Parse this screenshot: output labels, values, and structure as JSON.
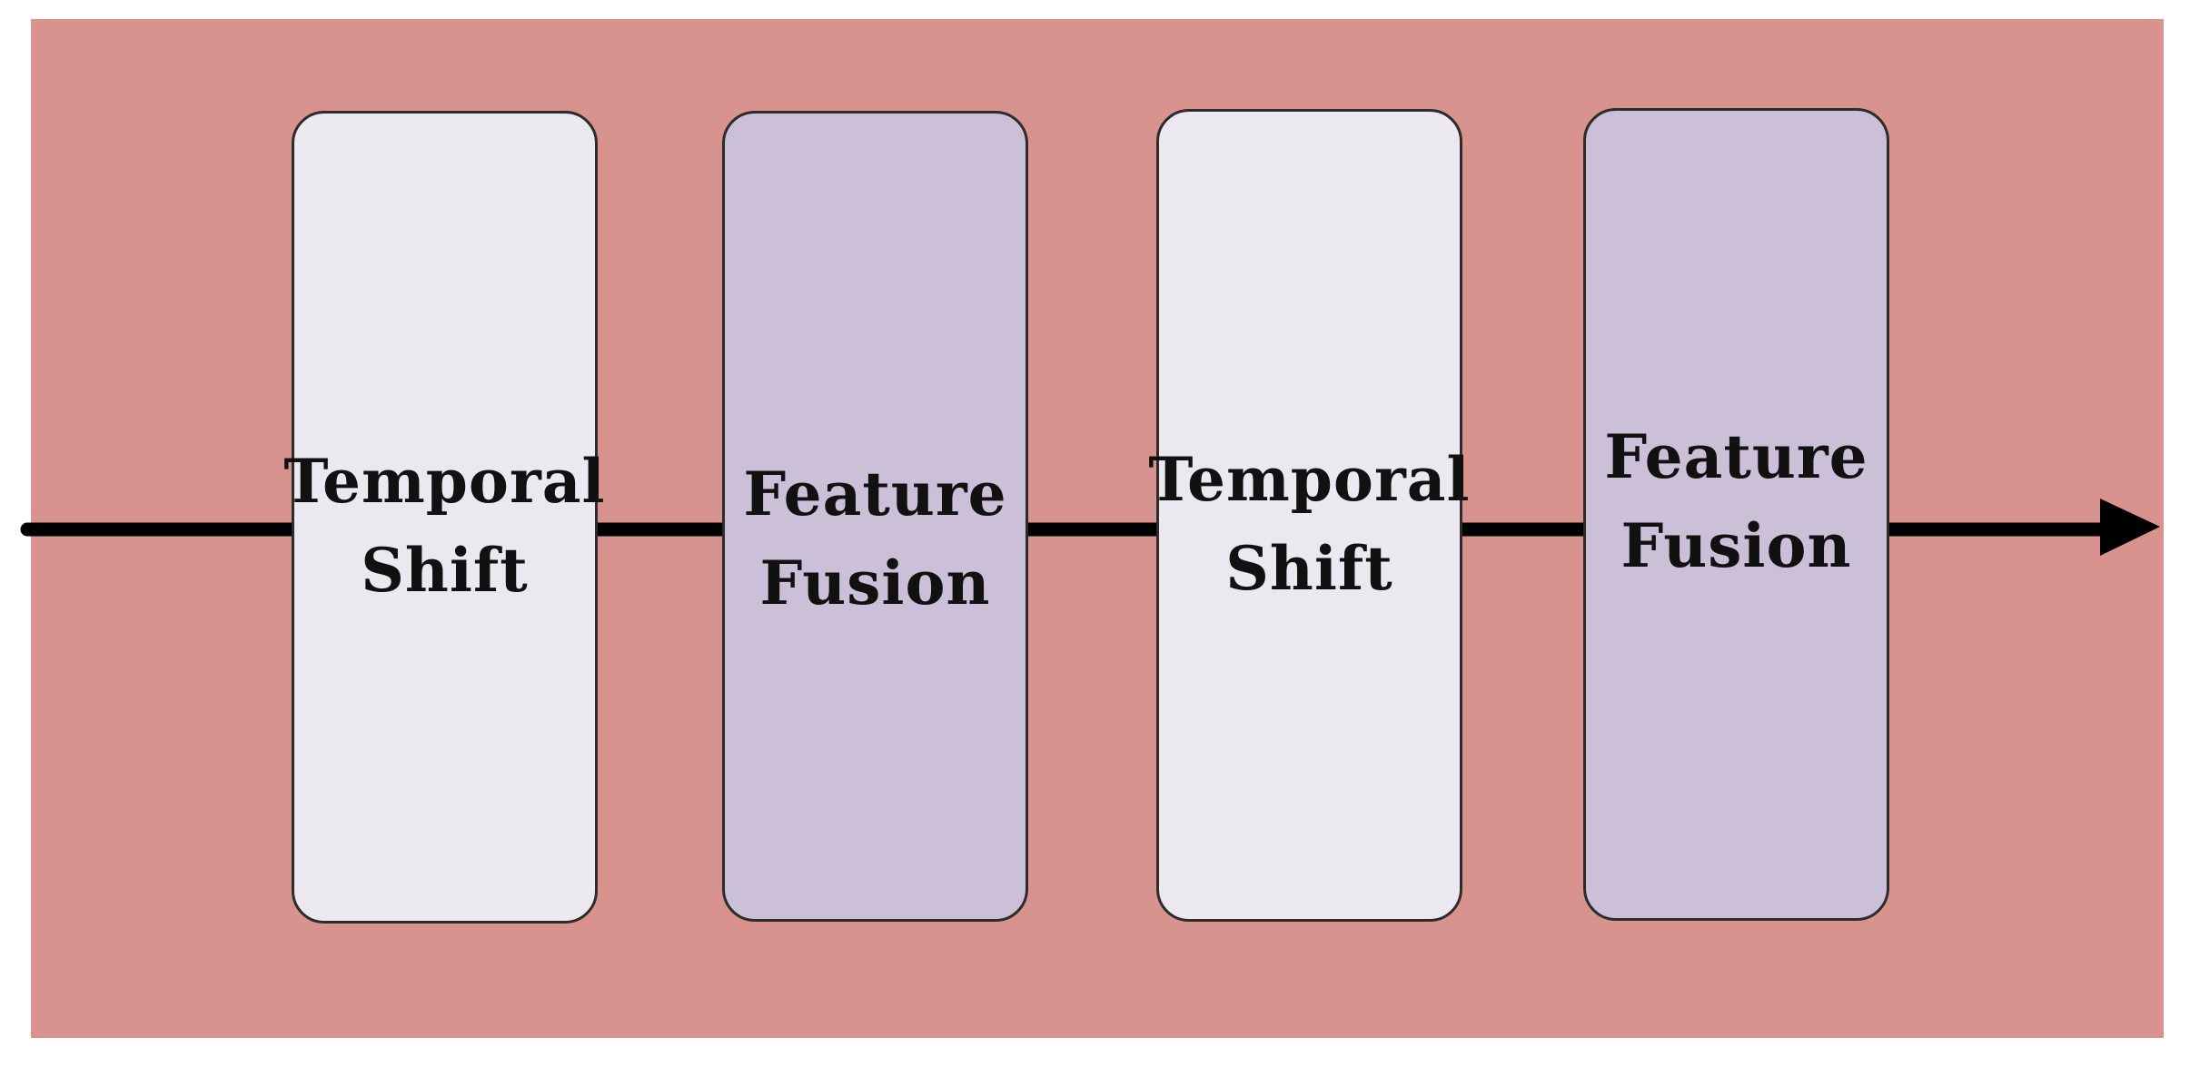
{
  "diagram": {
    "blocks": [
      {
        "line1": "Temporal",
        "line2": "Shift",
        "style": "light"
      },
      {
        "line1": "Feature",
        "line2": "Fusion",
        "style": "dark"
      },
      {
        "line1": "Temporal",
        "line2": "Shift",
        "style": "light"
      },
      {
        "line1": "Feature",
        "line2": "Fusion",
        "style": "dark"
      }
    ],
    "colors": {
      "background_panel": "#d9938f",
      "block_light": "#ece8f0",
      "block_dark": "#cbc0d8",
      "arrow": "#000000"
    }
  }
}
